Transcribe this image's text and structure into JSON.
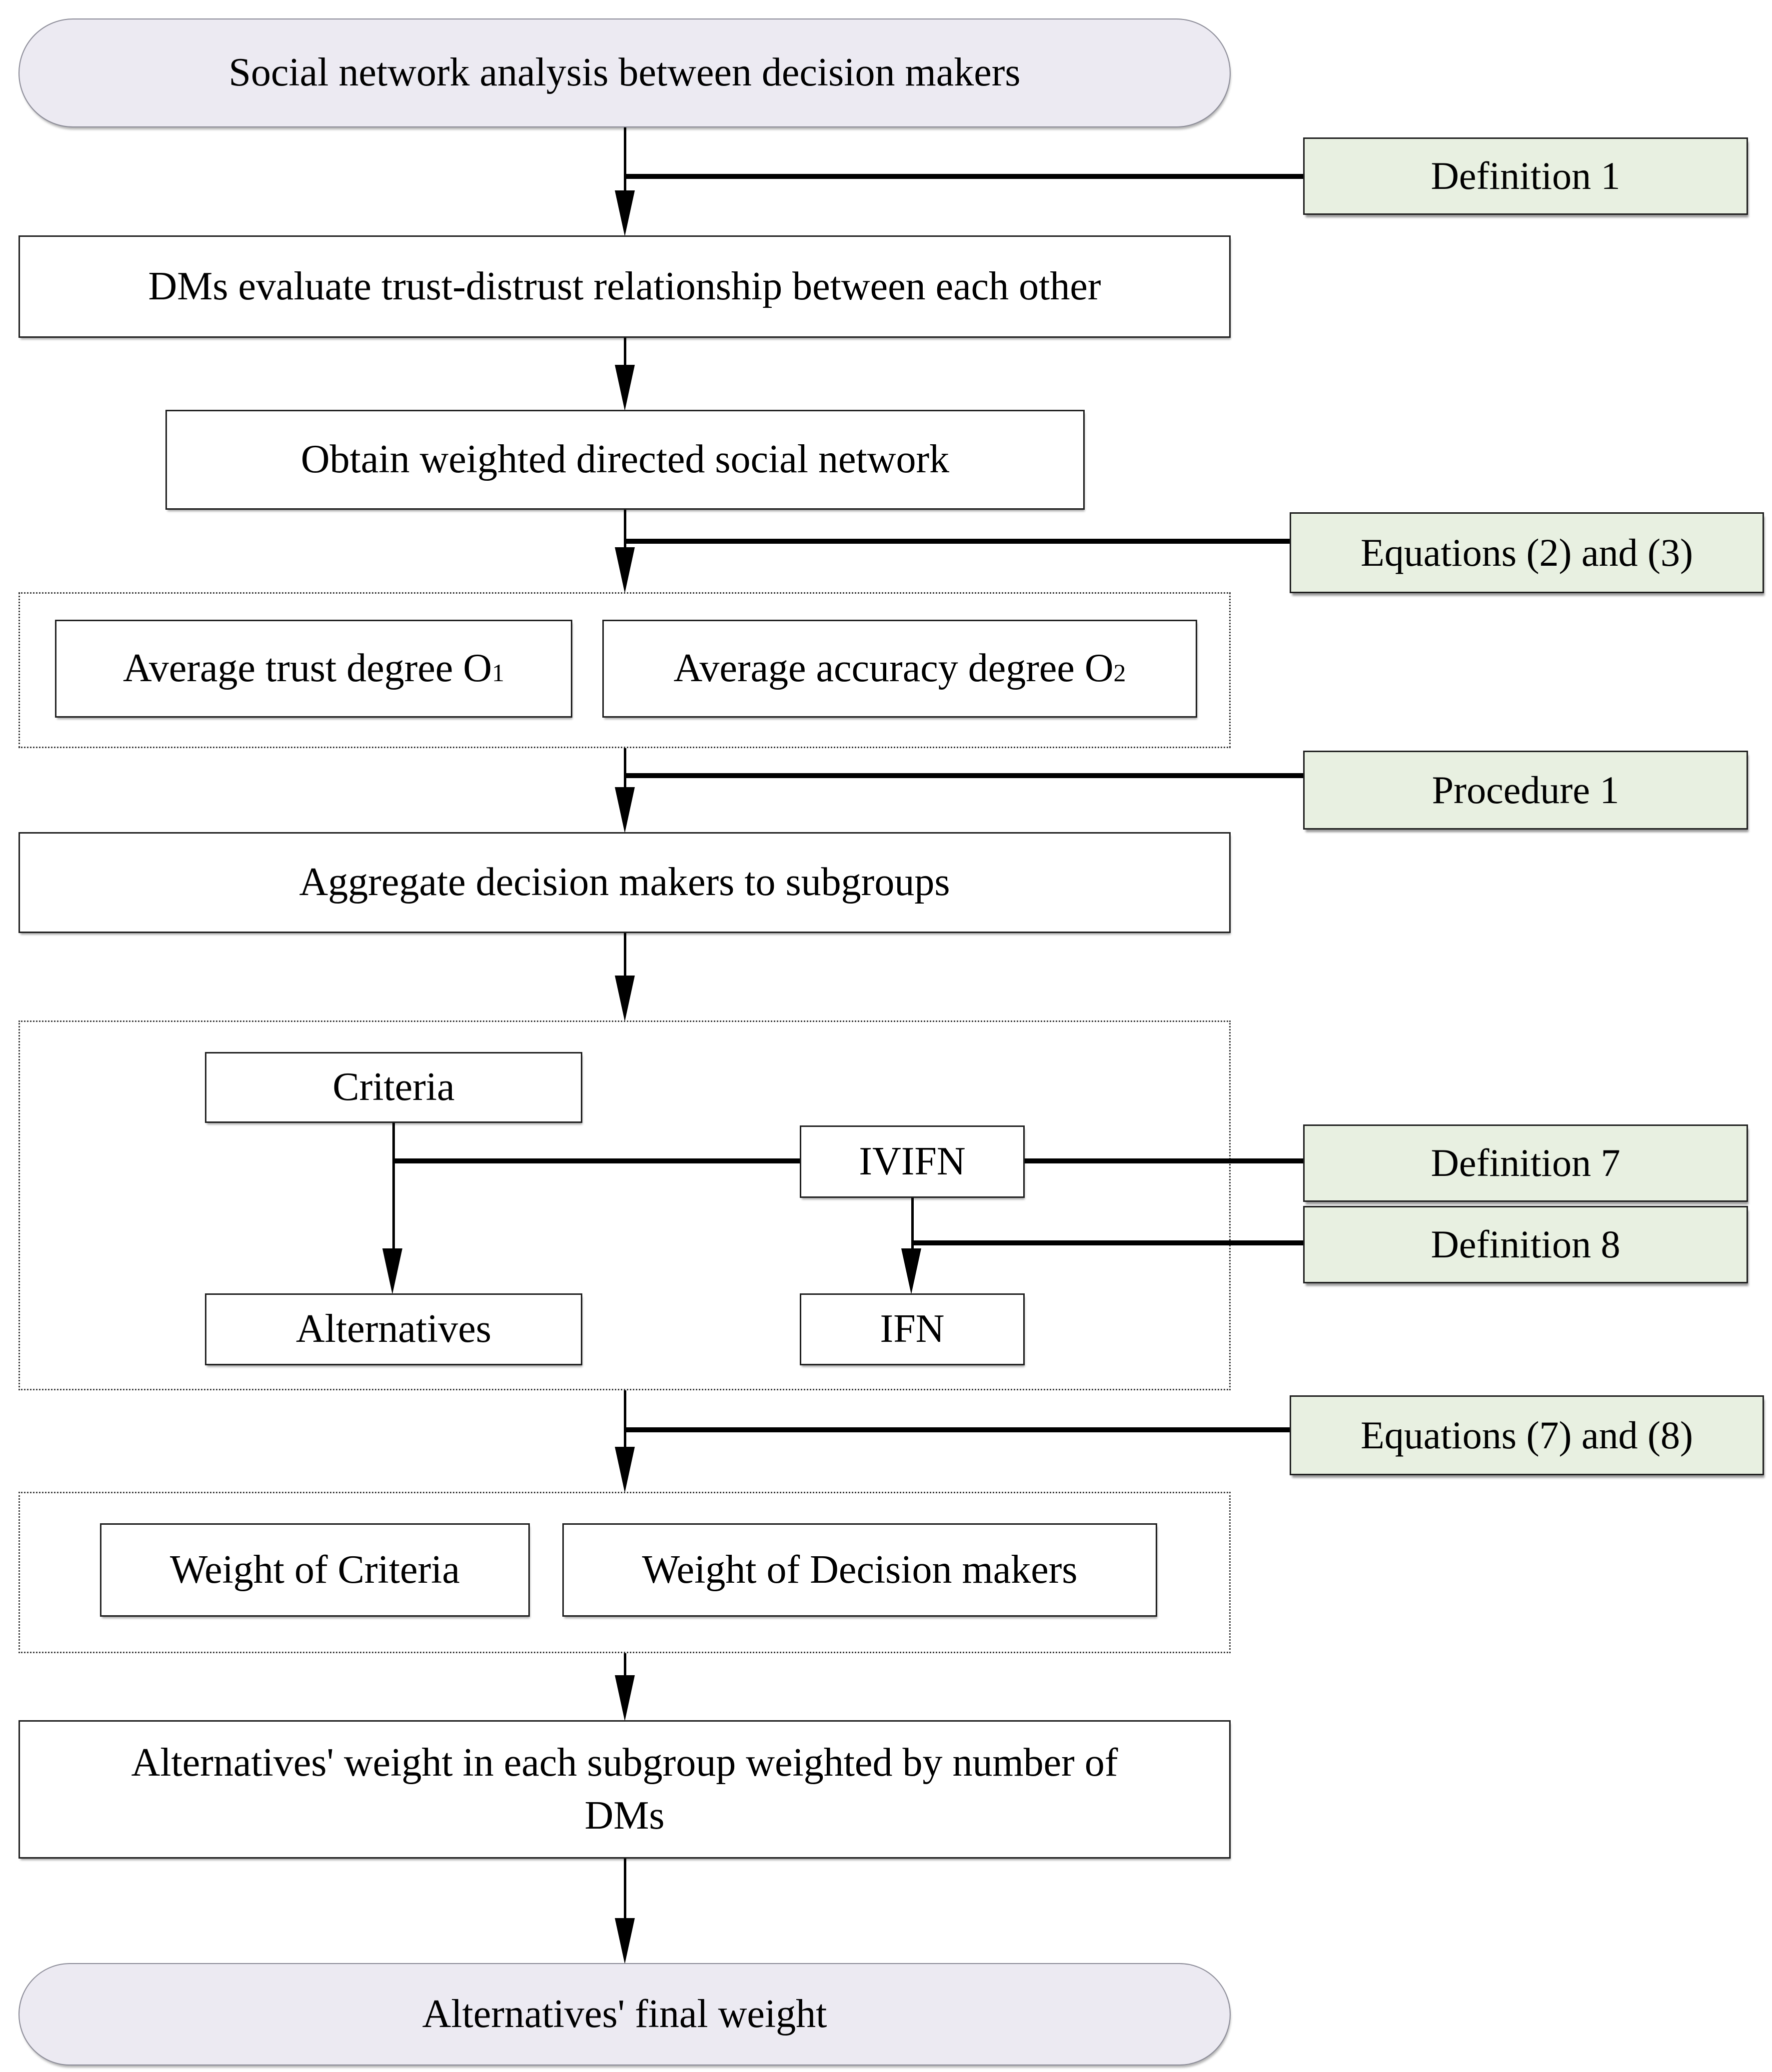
{
  "diagram": {
    "colors": {
      "terminal_fill": "#eceaf2",
      "label_fill": "#e8f0e1",
      "box_fill": "#ffffff",
      "line_color": "#000000"
    },
    "nodes": {
      "start": "Social network analysis between decision makers",
      "evaluate": "DMs evaluate trust-distrust relationship between each other",
      "obtain": "Obtain weighted directed social network",
      "avg_trust": {
        "text": "Average trust degree O",
        "sub": "1"
      },
      "avg_accuracy": {
        "text": "Average accuracy degree O",
        "sub": "2"
      },
      "aggregate": "Aggregate decision makers to subgroups",
      "criteria": "Criteria",
      "ivifn": "IVIFN",
      "alternatives": "Alternatives",
      "ifn": "IFN",
      "weight_criteria": "Weight of Criteria",
      "weight_dms": "Weight of Decision makers",
      "subgroup_weight": "Alternatives' weight in each subgroup weighted by number of DMs",
      "final": "Alternatives' final weight"
    },
    "annotations": {
      "definition1": "Definition 1",
      "equations23": "Equations (2) and (3)",
      "procedure1": "Procedure 1",
      "definition7": "Definition 7",
      "definition8": "Definition 8",
      "equations78": "Equations (7) and (8)"
    }
  }
}
